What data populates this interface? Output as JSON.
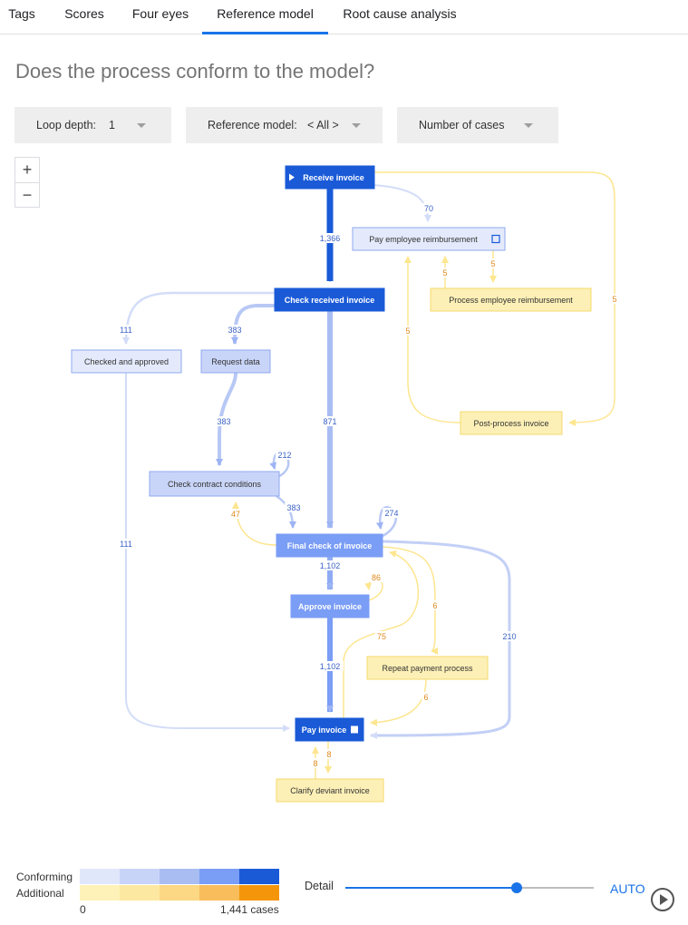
{
  "tabs": [
    {
      "label": "Tags",
      "active": false
    },
    {
      "label": "Scores",
      "active": false
    },
    {
      "label": "Four eyes",
      "active": false
    },
    {
      "label": "Reference model",
      "active": true
    },
    {
      "label": "Root cause analysis",
      "active": false
    }
  ],
  "title": "Does the process conform to the model?",
  "filters": {
    "loop_depth_label": "Loop depth:",
    "loop_depth_value": "1",
    "reference_model_label": "Reference model:",
    "reference_model_value": "< All >",
    "metric_value": "Number of cases"
  },
  "zoom": {
    "in": "+",
    "out": "−"
  },
  "colors": {
    "conforming_dark": "#1a5ad7",
    "conforming_mid": "#7a9df5",
    "conforming_light": "#dde5fb",
    "additional_dark": "#f59a0e",
    "additional_light": "#fdf0b6",
    "edge_additional": "#fde68f"
  },
  "process_map": {
    "nodes": [
      {
        "id": "receive",
        "label": "Receive invoice",
        "type": "conforming",
        "shade": "dark",
        "marker": "start"
      },
      {
        "id": "pay_emp",
        "label": "Pay employee reimbursement",
        "type": "conforming",
        "shade": "lightest",
        "marker": "end"
      },
      {
        "id": "proc_emp",
        "label": "Process employee reimbursement",
        "type": "additional"
      },
      {
        "id": "check_recv",
        "label": "Check received invoice",
        "type": "conforming",
        "shade": "dark"
      },
      {
        "id": "checked",
        "label": "Checked and approved",
        "type": "conforming",
        "shade": "lightest"
      },
      {
        "id": "request",
        "label": "Request data",
        "type": "conforming",
        "shade": "light"
      },
      {
        "id": "postproc",
        "label": "Post-process invoice",
        "type": "additional"
      },
      {
        "id": "contract",
        "label": "Check contract conditions",
        "type": "conforming",
        "shade": "light"
      },
      {
        "id": "final",
        "label": "Final check of invoice",
        "type": "conforming",
        "shade": "mid"
      },
      {
        "id": "approve",
        "label": "Approve invoice",
        "type": "conforming",
        "shade": "mid"
      },
      {
        "id": "repeat",
        "label": "Repeat payment process",
        "type": "additional"
      },
      {
        "id": "pay",
        "label": "Pay invoice",
        "type": "conforming",
        "shade": "dark",
        "marker": "end"
      },
      {
        "id": "clarify",
        "label": "Clarify deviant invoice",
        "type": "additional"
      }
    ],
    "edges": [
      {
        "from": "receive",
        "to": "check_recv",
        "cases": "1,366",
        "type": "conforming"
      },
      {
        "from": "receive",
        "to": "pay_emp",
        "cases": "70",
        "type": "conforming"
      },
      {
        "from": "receive",
        "to": "postproc",
        "cases": "5",
        "type": "additional"
      },
      {
        "from": "pay_emp",
        "to": "proc_emp",
        "cases": "5",
        "type": "additional"
      },
      {
        "from": "proc_emp",
        "to": "pay_emp",
        "cases": "5",
        "type": "additional"
      },
      {
        "from": "postproc",
        "to": "pay_emp",
        "cases": "5",
        "type": "additional"
      },
      {
        "from": "check_recv",
        "to": "checked",
        "cases": "111",
        "type": "conforming"
      },
      {
        "from": "check_recv",
        "to": "request",
        "cases": "383",
        "type": "conforming"
      },
      {
        "from": "check_recv",
        "to": "final",
        "cases": "871",
        "type": "conforming"
      },
      {
        "from": "request",
        "to": "contract",
        "cases": "383",
        "type": "conforming"
      },
      {
        "from": "contract",
        "to": "contract",
        "cases": "212",
        "type": "conforming"
      },
      {
        "from": "contract",
        "to": "final",
        "cases": "383",
        "type": "conforming"
      },
      {
        "from": "final",
        "to": "contract",
        "cases": "47",
        "type": "additional"
      },
      {
        "from": "final",
        "to": "final",
        "cases": "274",
        "type": "conforming"
      },
      {
        "from": "checked",
        "to": "pay",
        "cases": "111",
        "type": "conforming"
      },
      {
        "from": "final",
        "to": "approve",
        "cases": "1,102",
        "type": "conforming"
      },
      {
        "from": "approve",
        "to": "approve",
        "cases": "86",
        "type": "additional"
      },
      {
        "from": "final",
        "to": "repeat",
        "cases": "6",
        "type": "additional"
      },
      {
        "from": "pay",
        "to": "final",
        "cases": "75",
        "type": "additional"
      },
      {
        "from": "final",
        "to": "pay",
        "cases": "210",
        "type": "conforming"
      },
      {
        "from": "approve",
        "to": "pay",
        "cases": "1,102",
        "type": "conforming"
      },
      {
        "from": "repeat",
        "to": "pay",
        "cases": "6",
        "type": "additional"
      },
      {
        "from": "clarify",
        "to": "pay",
        "cases": "8",
        "type": "additional"
      },
      {
        "from": "pay",
        "to": "clarify",
        "cases": "8",
        "type": "additional"
      }
    ]
  },
  "legend": {
    "conforming_label": "Conforming",
    "additional_label": "Additional",
    "conforming_colors": [
      "#e1e7fb",
      "#c8d4f7",
      "#a9bdf3",
      "#7a9df5",
      "#1a5ad7"
    ],
    "additional_colors": [
      "#fef2b8",
      "#fde8a1",
      "#fcd784",
      "#f9bd5b",
      "#f5950a"
    ],
    "min": "0",
    "max": "1,441",
    "unit": "cases"
  },
  "detail": {
    "label": "Detail",
    "level": 0.69,
    "auto_label": "AUTO"
  }
}
